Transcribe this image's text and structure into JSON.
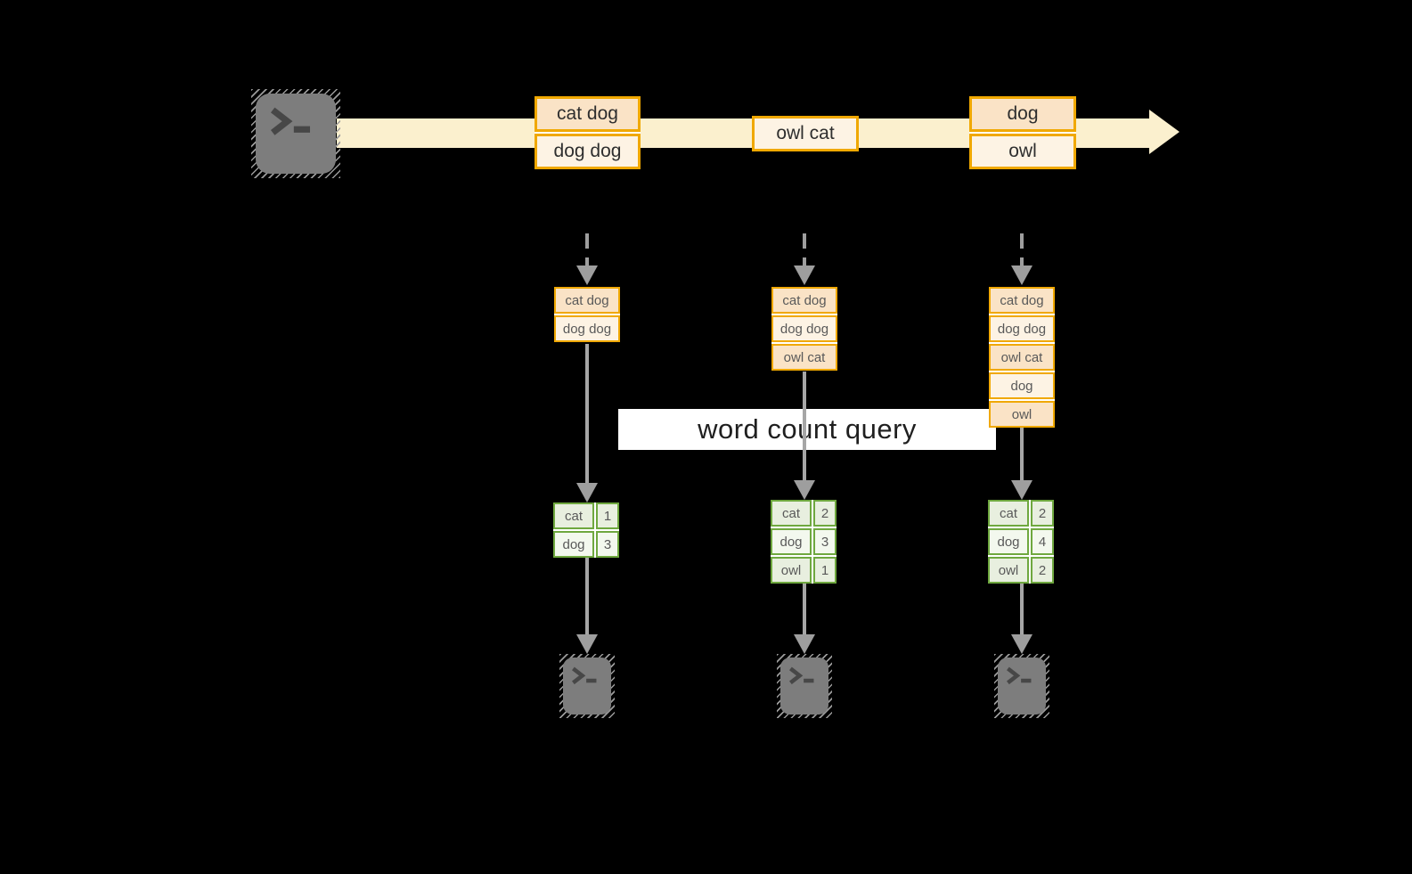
{
  "diagram": {
    "query_label": "word count query",
    "stream_events": [
      {
        "cells": [
          "cat dog",
          "dog dog"
        ]
      },
      {
        "cells": [
          "owl cat"
        ]
      },
      {
        "cells": [
          "dog",
          "owl"
        ]
      }
    ],
    "columns": [
      {
        "buffer": [
          "cat dog",
          "dog dog"
        ],
        "counts": [
          {
            "word": "cat",
            "count": "1"
          },
          {
            "word": "dog",
            "count": "3"
          }
        ]
      },
      {
        "buffer": [
          "cat dog",
          "dog dog",
          "owl cat"
        ],
        "counts": [
          {
            "word": "cat",
            "count": "2"
          },
          {
            "word": "dog",
            "count": "3"
          },
          {
            "word": "owl",
            "count": "1"
          }
        ]
      },
      {
        "buffer": [
          "cat dog",
          "dog dog",
          "owl cat",
          "dog",
          "owl"
        ],
        "counts": [
          {
            "word": "cat",
            "count": "2"
          },
          {
            "word": "dog",
            "count": "4"
          },
          {
            "word": "owl",
            "count": "2"
          }
        ]
      }
    ],
    "colors": {
      "background": "#000000",
      "stream_band": "#FBF0CE",
      "orange_border": "#F0A800",
      "cell_peach": "#FAE3C6",
      "cell_cream": "#FDF3E4",
      "green_border": "#6FA83F",
      "green_cell_dark": "#E8EFDF",
      "green_cell_light": "#F3F8EE",
      "arrow_gray": "#9E9E9E",
      "terminal_gray": "#7D7D7D"
    }
  }
}
